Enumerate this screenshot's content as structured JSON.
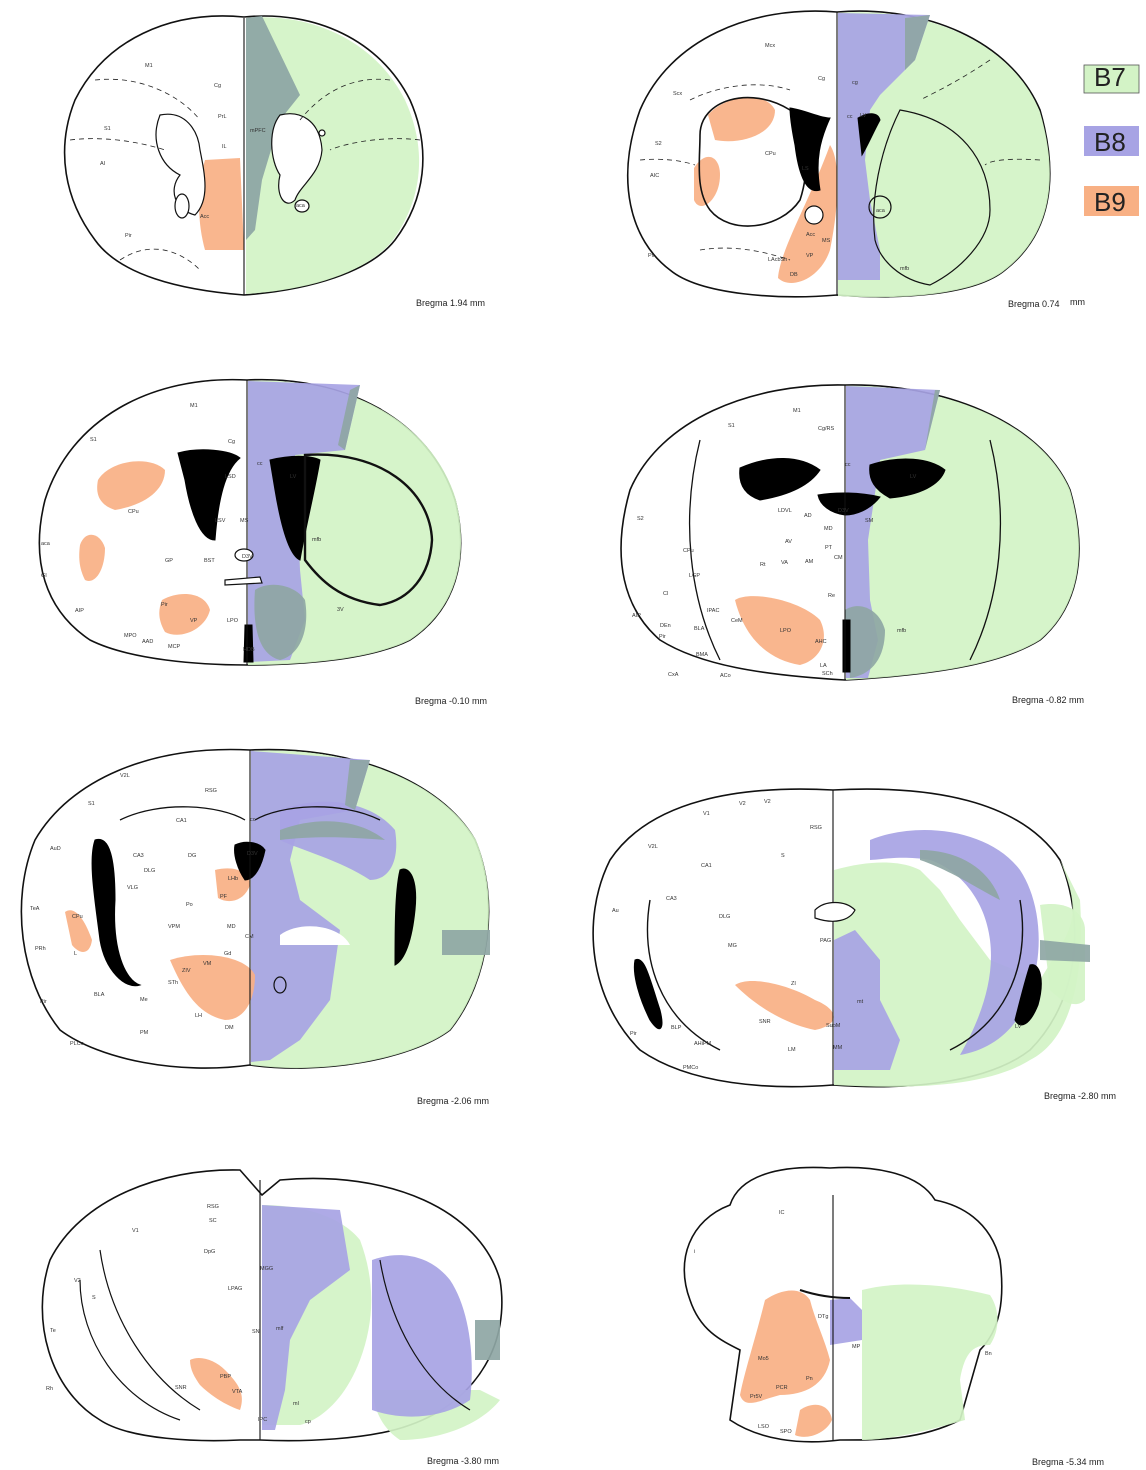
{
  "legend": [
    {
      "label": "B7",
      "color": "#d3f3c6"
    },
    {
      "label": "B8",
      "color": "#a7a3e4"
    },
    {
      "label": "B9",
      "color": "#f8b084"
    }
  ],
  "sections": [
    {
      "id": "s1",
      "bregma": "Bregma 1.94 mm",
      "labels": [
        "M1",
        "S1",
        "Cg",
        "PrL",
        "IL",
        "mPFC",
        "AI",
        "Pir",
        "Acc",
        "aca"
      ]
    },
    {
      "id": "s2",
      "bregma": "Bregma 0.74",
      "bregma_unit": "mm",
      "labels": [
        "Mcx",
        "Scx",
        "Cg",
        "cg",
        "cc",
        "S2",
        "AIC",
        "CPu",
        "LS",
        "LV",
        "Acc",
        "LAcbSh",
        "VP",
        "Pir",
        "MS",
        "DB",
        "aca",
        "mfb"
      ]
    },
    {
      "id": "s3",
      "bregma": "Bregma -0.10 mm",
      "labels": [
        "M1",
        "S1",
        "Cg",
        "cc",
        "LSD",
        "LV",
        "CPu",
        "LSV",
        "MS",
        "GP",
        "BST",
        "D3V",
        "aca",
        "GI",
        "AIP",
        "Pir",
        "VP",
        "LPO",
        "MPO",
        "AAD",
        "MCP",
        "HDB",
        "3V",
        "mfb",
        "ic"
      ]
    },
    {
      "id": "s4",
      "bregma": "Bregma -0.82 mm",
      "labels": [
        "S1",
        "M1",
        "Cg/RS",
        "cc",
        "LV",
        "S2",
        "LDVL",
        "AD",
        "D3V",
        "SM",
        "MD",
        "AV",
        "PT",
        "CPu",
        "Rt",
        "VA",
        "AM",
        "CM",
        "Re",
        "LGP",
        "AIP",
        "IPAC",
        "CeM",
        "Pir",
        "BLA",
        "LPO",
        "AHC",
        "DEn",
        "BMA",
        "mfb",
        "LA",
        "SCh",
        "CxA",
        "ACo",
        "Cl"
      ]
    },
    {
      "id": "s5",
      "bregma": "Bregma -2.06 mm",
      "labels": [
        "V2L",
        "RSG",
        "S1",
        "CA1",
        "cc",
        "AuD",
        "CA3",
        "DG",
        "D3V",
        "DLG",
        "LHb",
        "VLG",
        "Po",
        "PF",
        "TeA",
        "CPu",
        "VPM",
        "MD",
        "CM",
        "Gd",
        "PRh",
        "ZIV",
        "VM",
        "STh",
        "Pir",
        "BLA",
        "Me",
        "LH",
        "DM",
        "PM",
        "PLCo",
        "L"
      ]
    },
    {
      "id": "s6",
      "bregma": "Bregma -2.80 mm",
      "labels": [
        "V1",
        "V2",
        "V2",
        "RSG",
        "V2L",
        "S",
        "CA1",
        "Au",
        "CA3",
        "DLG",
        "MG",
        "PAG",
        "ZI",
        "SNR",
        "SubM",
        "Pir",
        "BLP",
        "AHiPM",
        "LM",
        "MM",
        "PMCo",
        "LV",
        "mt"
      ]
    },
    {
      "id": "s7",
      "bregma": "Bregma -3.80 mm",
      "labels": [
        "RSG",
        "SC",
        "V1",
        "V2",
        "DpG",
        "S",
        "Te",
        "LPAG",
        "Rh",
        "SN",
        "mlf",
        "SNR",
        "PBP",
        "VTA",
        "IPC",
        "ml",
        "cp",
        "MGG"
      ]
    },
    {
      "id": "s8",
      "bregma": "Bregma -5.34 mm",
      "labels": [
        "IC",
        "i",
        "DTg",
        "Mo5",
        "PCR",
        "Pr5V",
        "Pn",
        "LSO",
        "SPO",
        "Bn",
        "MP"
      ]
    }
  ]
}
